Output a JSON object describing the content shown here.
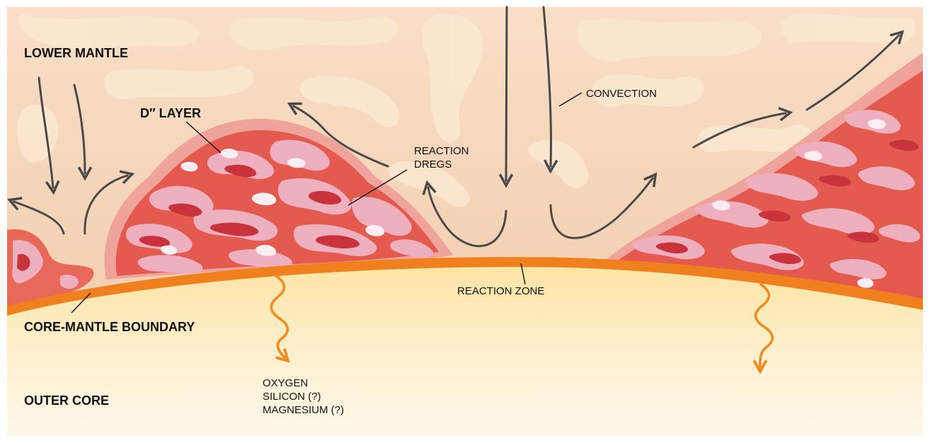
{
  "labels": {
    "lower_mantle": "LOWER MANTLE",
    "d_layer": "D″ LAYER",
    "convection": "CONVECTION",
    "reaction_dregs_line1": "REACTION",
    "reaction_dregs_line2": "DREGS",
    "reaction_zone": "REACTION ZONE",
    "core_mantle_boundary": "CORE-MANTLE BOUNDARY",
    "outer_core": "OUTER CORE",
    "elements": [
      "OXYGEN",
      "SILICON (?)",
      "MAGNESIUM (?)"
    ]
  },
  "colors": {
    "mantle": "#f6d9bd",
    "mantle_swirl": "#fbe8d2",
    "d_layer_outer": "#e8685a",
    "d_layer_mid": "#c9333b",
    "d_layer_light": "#eeb0bf",
    "d_layer_white": "#fbeef2",
    "reaction_zone": "#f07f1e",
    "core_top": "#fde3a0",
    "core_bottom": "#fdf6e4",
    "arrow_dark": "#4a4a4a",
    "arrow_orange": "#f08a1e"
  }
}
